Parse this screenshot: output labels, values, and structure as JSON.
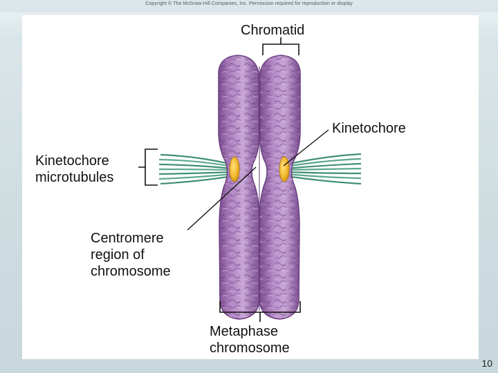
{
  "copyright": "Copyright © The McGraw-Hill Companies, Inc. Permission required for reproduction or display",
  "labels": {
    "chromatid": "Chromatid",
    "kinetochore": "Kinetochore",
    "kinetochore_microtubules": [
      "Kinetochore",
      "microtubules"
    ],
    "centromere": [
      "Centromere",
      "region of",
      "chromosome"
    ],
    "metaphase": [
      "Metaphase",
      "chromosome"
    ]
  },
  "page_number": "10",
  "colors": {
    "chromosome": "#a77bb8",
    "chromosome_light": "#c9a6d6",
    "chromosome_dark": "#7d4f92",
    "kinetochore": "#f2b72e",
    "microtubule": "#3f8f73"
  }
}
